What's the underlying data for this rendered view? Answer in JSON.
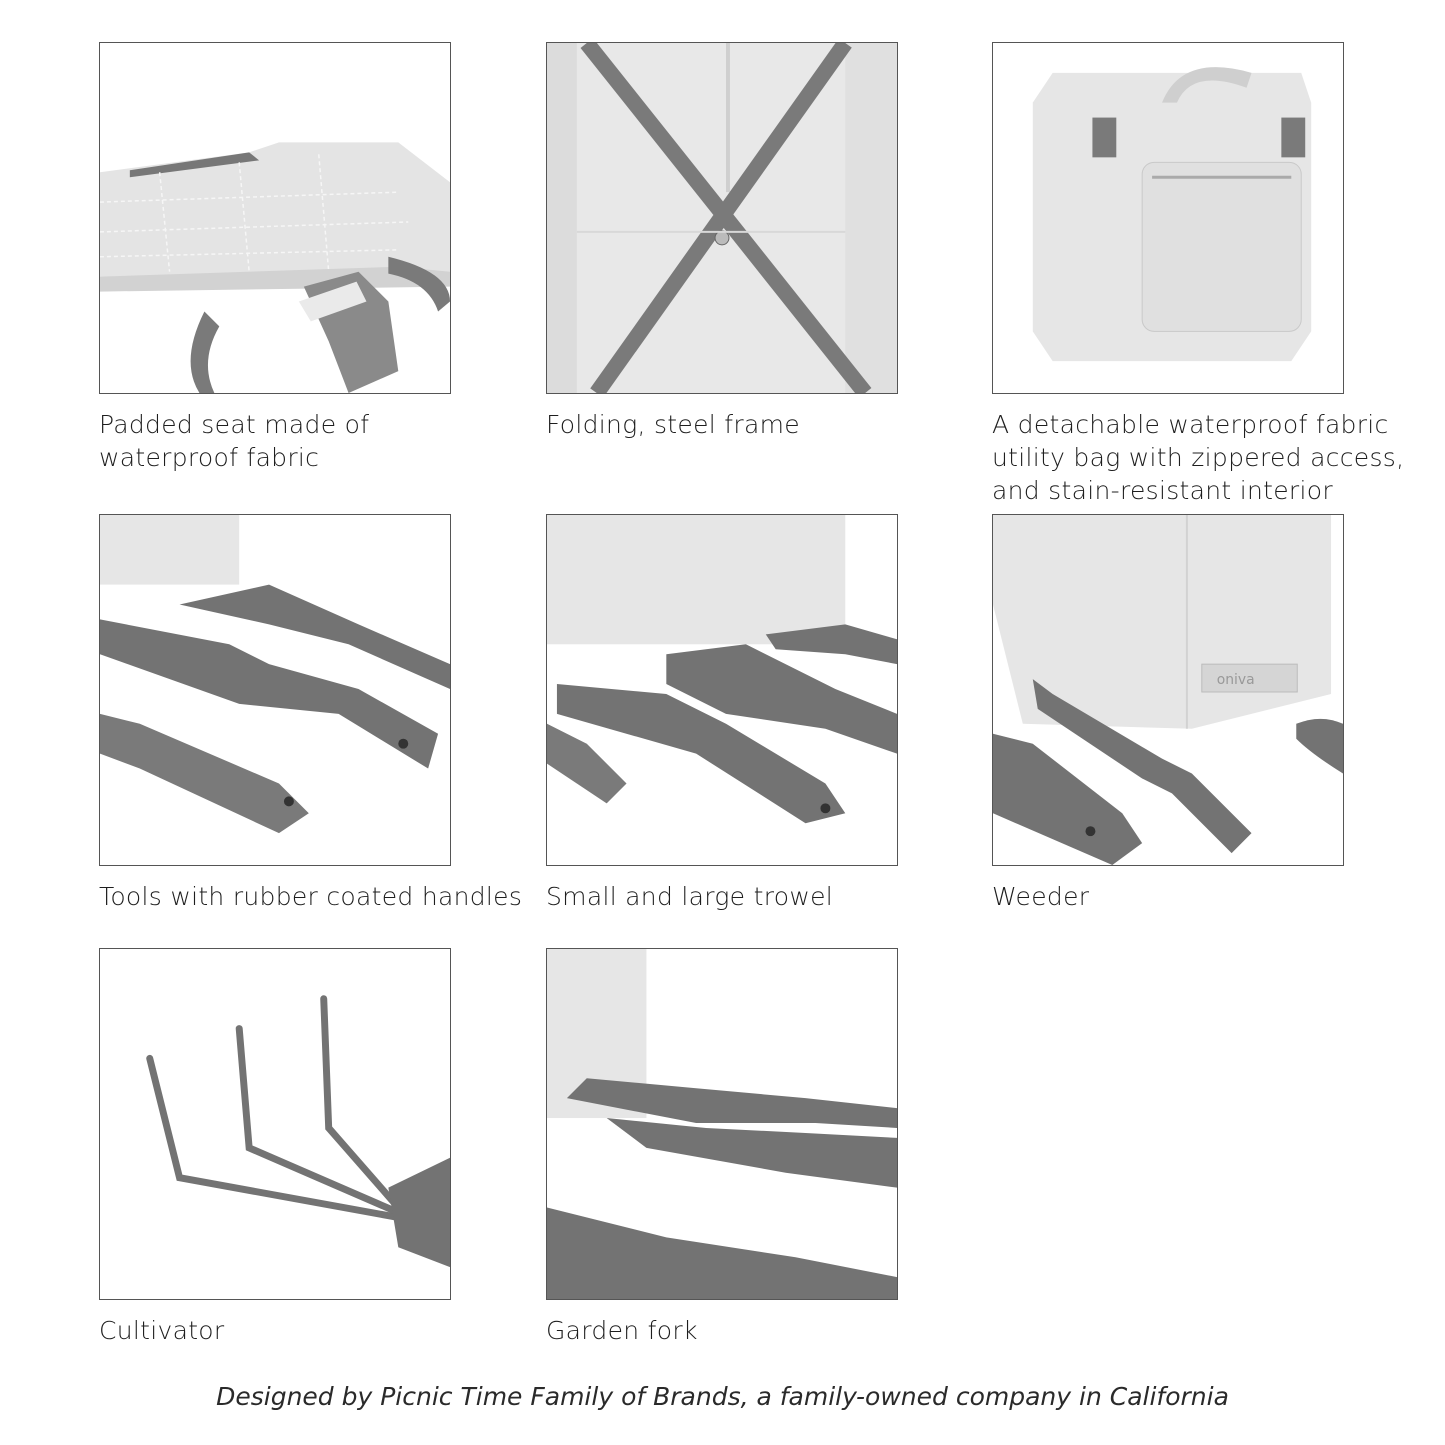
{
  "features": [
    {
      "id": "seat",
      "caption": "Padded seat made of waterproof fabric",
      "caption_lines": [
        "Padded seat made of",
        "waterproof fabric"
      ],
      "image": "padded-seat-photo"
    },
    {
      "id": "frame",
      "caption": "Folding, steel frame",
      "caption_lines": [
        "Folding, steel frame"
      ],
      "image": "steel-frame-photo"
    },
    {
      "id": "bag",
      "caption": "A detachable waterproof fabric utility bag with zippered access, and stain-resistant interior",
      "caption_lines": [
        "A detachable waterproof fabric",
        "utility bag with zippered access,",
        "and stain-resistant interior"
      ],
      "image": "utility-bag-photo"
    },
    {
      "id": "tools",
      "caption": "Tools with rubber coated handles",
      "caption_lines": [
        "Tools with rubber coated handles"
      ],
      "image": "tools-photo"
    },
    {
      "id": "trowel",
      "caption": "Small and large trowel",
      "caption_lines": [
        "Small and large trowel"
      ],
      "image": "trowel-photo"
    },
    {
      "id": "weeder",
      "caption": "Weeder",
      "caption_lines": [
        "Weeder"
      ],
      "image": "weeder-photo",
      "label_text": "oniva"
    },
    {
      "id": "cultivator",
      "caption": "Cultivator",
      "caption_lines": [
        "Cultivator"
      ],
      "image": "cultivator-photo"
    },
    {
      "id": "fork",
      "caption": "Garden fork",
      "caption_lines": [
        "Garden fork"
      ],
      "image": "garden-fork-photo"
    }
  ],
  "footer": {
    "text": "Designed by Picnic Time Family of Brands, a family-owned company in California"
  },
  "colors": {
    "tool_gray": "#737373",
    "fabric": "#e6e6e6",
    "border": "#555555"
  }
}
